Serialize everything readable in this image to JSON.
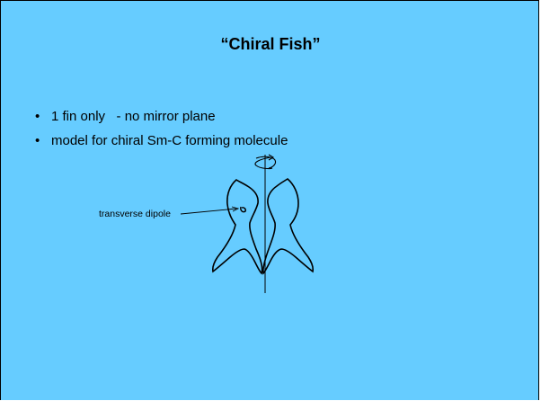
{
  "slide": {
    "title": "“Chiral Fish”",
    "bullets": [
      "1 fin only   - no mirror plane",
      "model for chiral Sm-C forming molecule"
    ],
    "figure": {
      "label": "transverse dipole"
    }
  },
  "colors": {
    "background": "#66ccff",
    "ink": "#000000"
  }
}
